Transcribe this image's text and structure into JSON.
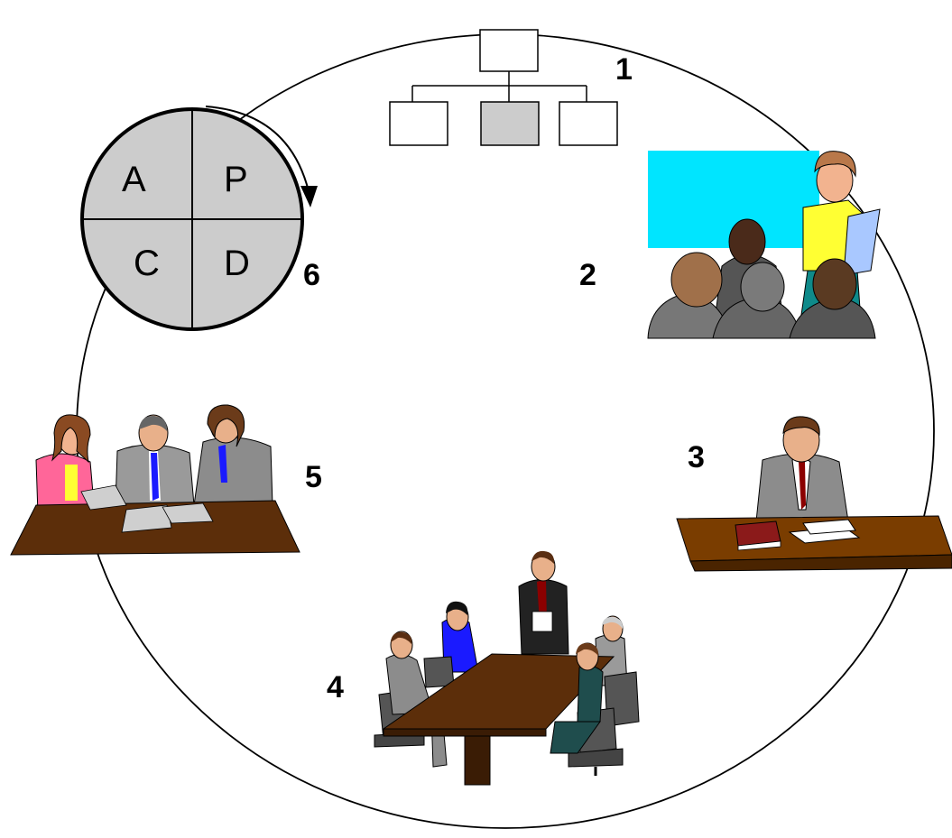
{
  "steps": [
    {
      "number": "1",
      "icon": "org-chart-icon"
    },
    {
      "number": "2",
      "icon": "presentation-scene-icon"
    },
    {
      "number": "3",
      "icon": "man-at-desk-icon"
    },
    {
      "number": "4",
      "icon": "board-meeting-icon"
    },
    {
      "number": "5",
      "icon": "handshake-meeting-icon"
    },
    {
      "number": "6",
      "icon": "pdca-cycle-icon"
    }
  ],
  "pdca": {
    "quadrants": [
      "A",
      "P",
      "C",
      "D"
    ]
  },
  "colors": {
    "screen": "#00e5ff",
    "shirt": "#ffff33",
    "suit_gray": "#8c8c8c",
    "desk": "#7a3d00",
    "table": "#5c2e0a",
    "pdca_fill": "#cccccc",
    "blouse_pink": "#ff6699",
    "blue_dress": "#1a1aff",
    "teal_dress": "#1f4d4d"
  }
}
